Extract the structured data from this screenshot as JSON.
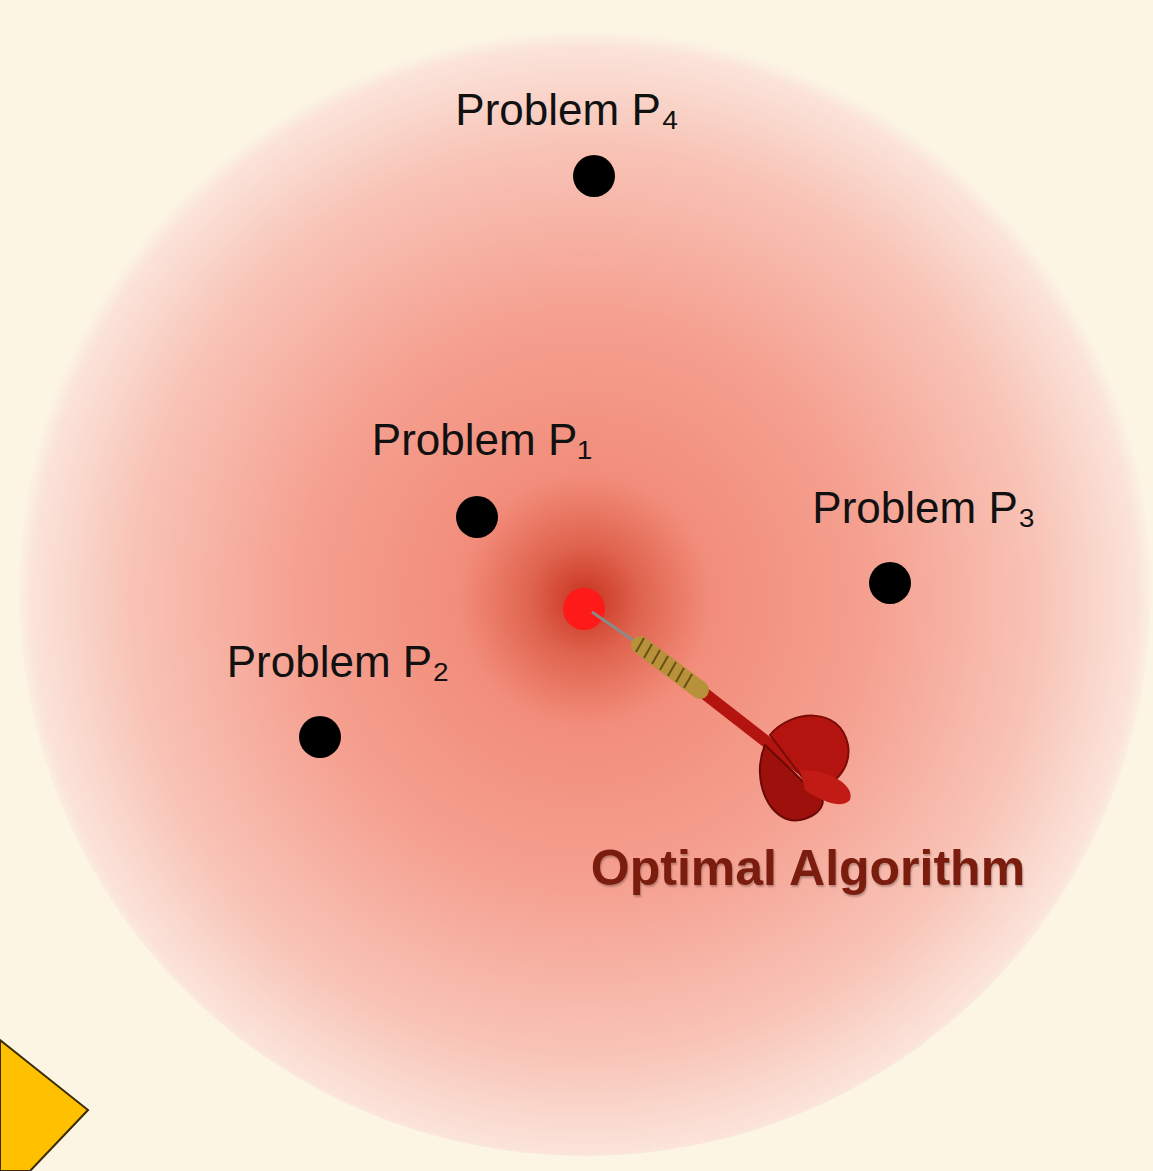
{
  "diagram": {
    "labels": [
      "Problem P₄",
      "Problem P₁",
      "Problem P₃",
      "Problem P₂",
      "Optimal Algorithm"
    ]
  }
}
